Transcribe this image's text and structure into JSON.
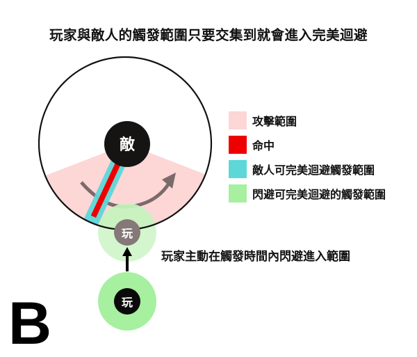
{
  "title": "玩家與敵人的觸發範圍只要交集到就會進入完美迴避",
  "colors": {
    "attack_range": "#fdd6d6",
    "hit": "#ee0000",
    "enemy_dodge_trigger": "#5ed7d8",
    "dodge_trigger": "#a6f0a0",
    "dodge_trigger_ghost": "#cff5c9",
    "enemy": "#161313",
    "player": "#0a0a0a",
    "player_ghost": "#857878",
    "swing_arrow": "#7a6a6a"
  },
  "diagram": {
    "enemy_label": "敵",
    "player_label": "玩",
    "player_ghost_label": "玩"
  },
  "legend": {
    "items": [
      {
        "label": "攻擊範圍",
        "color": "#fdd6d6"
      },
      {
        "label": "命中",
        "color": "#ee0000"
      },
      {
        "label": "敵人可完美迴避觸發範圍",
        "color": "#5ed7d8"
      },
      {
        "label": "閃避可完美迴避的觸發範圍",
        "color": "#a6f0a0"
      }
    ]
  },
  "caption": "玩家主動在觸發時間內閃避進入範圍",
  "panel_letter": "B"
}
